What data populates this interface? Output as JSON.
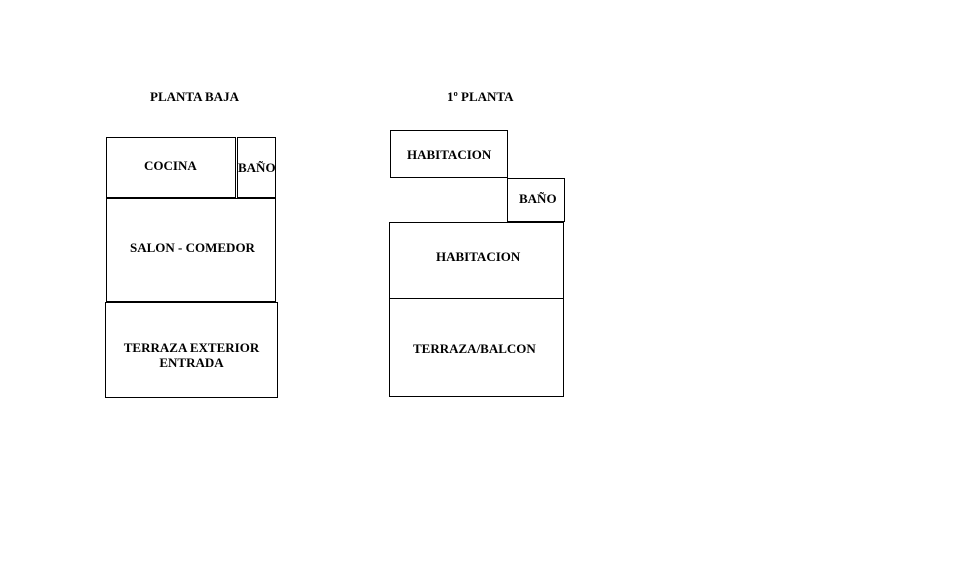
{
  "ground_floor": {
    "title": "PLANTA BAJA",
    "rooms": {
      "cocina": "COCINA",
      "bano": "BAÑO",
      "salon": "SALON - COMEDOR",
      "terraza_line1": "TERRAZA EXTERIOR",
      "terraza_line2": "ENTRADA"
    }
  },
  "first_floor": {
    "title": "1º PLANTA",
    "rooms": {
      "habitacion_small": "HABITACION",
      "bano": "BAÑO",
      "habitacion_large": "HABITACION",
      "terraza": "TERRAZA/BALCON"
    }
  }
}
